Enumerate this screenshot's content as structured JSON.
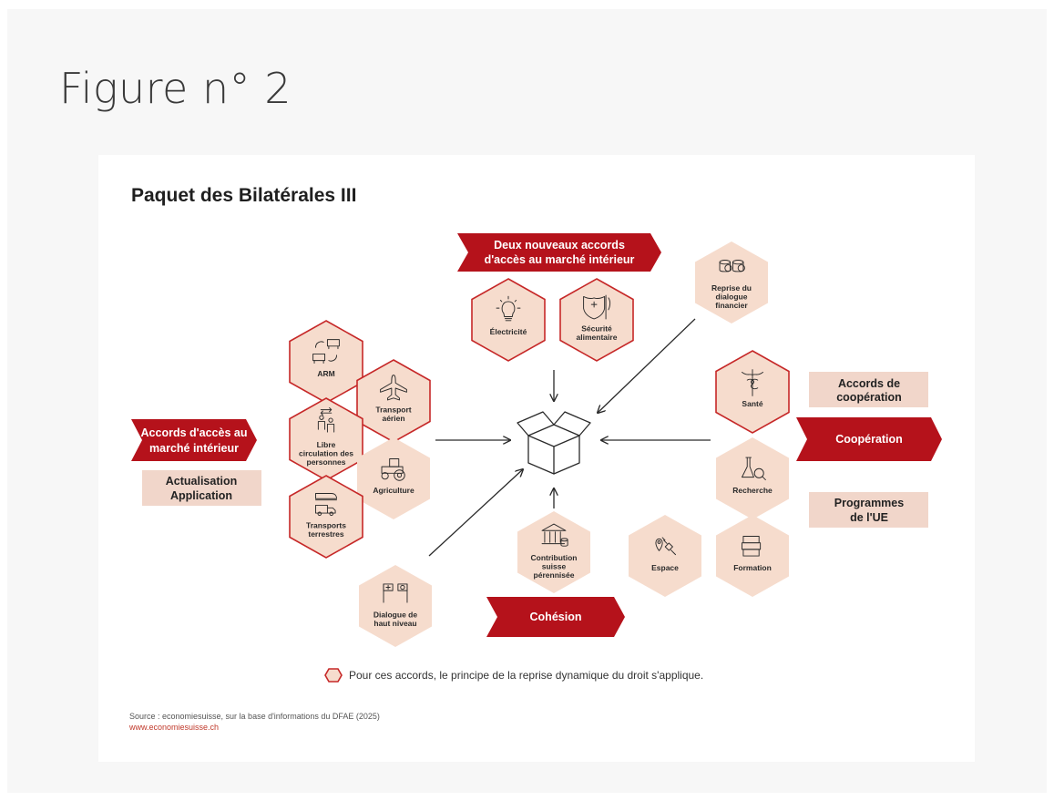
{
  "figure_title": "Figure n° 2",
  "card_title": "Paquet des Bilatérales III",
  "colors": {
    "red": "#b5121b",
    "hex_fill": "#f6dccd",
    "hex_stroke": "#c62828",
    "pill_fill": "#f1d6ca"
  },
  "banners": {
    "nouveaux": [
      "Deux nouveaux accords",
      "d'accès au marché intérieur"
    ],
    "acces": [
      "Accords d'accès au",
      "marché intérieur"
    ],
    "cooperation": [
      "Coopération"
    ],
    "cohesion": [
      "Cohésion"
    ]
  },
  "pills": {
    "actualisation": [
      "Actualisation",
      "Application"
    ],
    "accords_coop": [
      "Accords de",
      "coopération"
    ],
    "programmes": [
      "Programmes",
      "de l'UE"
    ]
  },
  "hexagons": {
    "electricite": {
      "label": [
        "Électricité"
      ],
      "icon": "lightbulb-icon",
      "border": true
    },
    "securite": {
      "label": [
        "Sécurité",
        "alimentaire"
      ],
      "icon": "food-safety-icon",
      "border": true
    },
    "reprise": {
      "label": [
        "Reprise du",
        "dialogue",
        "financier"
      ],
      "icon": "coins-icon",
      "border": false
    },
    "arm": {
      "label": [
        "ARM"
      ],
      "icon": "machines-exchange-icon",
      "border": true
    },
    "transport_aerien": {
      "label": [
        "Transport",
        "aérien"
      ],
      "icon": "airplane-icon",
      "border": true
    },
    "libre_circulation": {
      "label": [
        "Libre",
        "circulation des",
        "personnes"
      ],
      "icon": "people-icon",
      "border": true
    },
    "agriculture": {
      "label": [
        "Agriculture"
      ],
      "icon": "tractor-icon",
      "border": false
    },
    "transports_terrestres": {
      "label": [
        "Transports",
        "terrestres"
      ],
      "icon": "train-truck-icon",
      "border": true
    },
    "sante": {
      "label": [
        "Santé"
      ],
      "icon": "caduceus-icon",
      "border": true
    },
    "recherche": {
      "label": [
        "Recherche"
      ],
      "icon": "flask-icon",
      "border": false
    },
    "espace": {
      "label": [
        "Espace"
      ],
      "icon": "satellite-icon",
      "border": false
    },
    "formation": {
      "label": [
        "Formation"
      ],
      "icon": "books-icon",
      "border": false
    },
    "contribution": {
      "label": [
        "Contribution",
        "suisse",
        "pérennisée"
      ],
      "icon": "bank-icon",
      "border": false
    },
    "dialogue": {
      "label": [
        "Dialogue de",
        "haut niveau"
      ],
      "icon": "flags-icon",
      "border": false
    }
  },
  "center_icon": "open-box-icon",
  "legend": "Pour ces accords, le principe de la reprise dynamique du droit s'applique.",
  "source": {
    "text": "Source : economiesuisse, sur la base d'informations du DFAE (2025)",
    "url": "www.economiesuisse.ch"
  }
}
